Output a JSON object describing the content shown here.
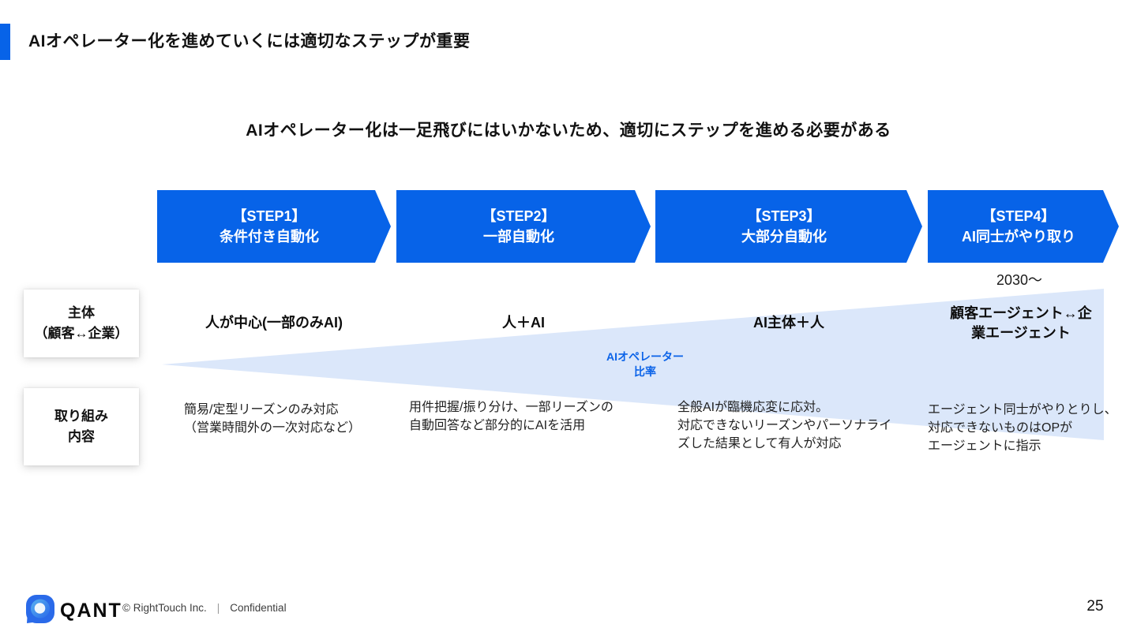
{
  "slide": {
    "title": "AIオペレーター化を進めていくには適切なステップが重要",
    "subtitle": "AIオペレーター化は一足飛びにはいかないため、適切にステップを進める必要がある",
    "timeline_note": "2030〜",
    "page_number": "25"
  },
  "steps": [
    {
      "line1": "【STEP1】",
      "line2": "条件付き自動化"
    },
    {
      "line1": "【STEP2】",
      "line2": "一部自動化"
    },
    {
      "line1": "【STEP3】",
      "line2": "大部分自動化"
    },
    {
      "line1": "【STEP4】",
      "line2": "AI同士がやり取り"
    }
  ],
  "rows": {
    "subject": {
      "header": "主体\n（顧客↔企業）",
      "cells": [
        "人が中心(一部のみAI)",
        "人＋AI",
        "AI主体＋人",
        "顧客エージェント↔企\n業エージェント"
      ]
    },
    "activity": {
      "header": "取り組み\n内容",
      "cells": [
        "簡易/定型リーズンのみ対応\n（営業時間外の一次対応など）",
        "用件把握/振り分け、一部リーズンの\n自動回答など部分的にAIを活用",
        "全般AIが臨機応変に応対。\n対応できないリーズンやパーソナライ\nズした結果として有人が対応",
        "エージェント同士がやりとりし、\n対応できないものはOPが\nエージェントに指示"
      ]
    }
  },
  "wedge": {
    "label": "AIオペレーター\n比率"
  },
  "footer": {
    "logo_text": "QANT",
    "copyright": "© RightTouch Inc.",
    "separator": "|",
    "confidential": "Confidential"
  },
  "colors": {
    "accent_blue": "#0763e8",
    "step_arrow_blue": "#0763e8",
    "wedge_blue": "#dbe7fa",
    "wedge_label_blue": "#0b63e8",
    "logo_blue": "#2a6ae9",
    "logo_inner_blue": "#58b0f0",
    "logo_center": "#eef6fd"
  }
}
